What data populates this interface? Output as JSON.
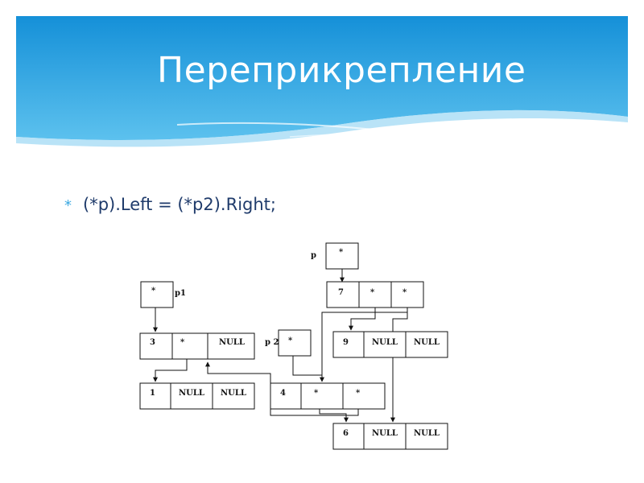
{
  "slide": {
    "title": "Переприкрепление",
    "bullet_mark": "*",
    "bullet_text": "(*p).Left = (*p2).Right;"
  },
  "diagram": {
    "pointers": [
      {
        "name": "p",
        "label": "p",
        "value": "*"
      },
      {
        "name": "p1",
        "label": "p1",
        "value": "*"
      },
      {
        "name": "p2",
        "label": "p 2",
        "value": "*"
      }
    ],
    "nodes": [
      {
        "name": "node-7",
        "cells": [
          "7",
          "*",
          "*"
        ]
      },
      {
        "name": "node-3",
        "cells": [
          "3",
          "*",
          "NULL"
        ]
      },
      {
        "name": "node-9",
        "cells": [
          "9",
          "NULL",
          "NULL"
        ]
      },
      {
        "name": "node-1",
        "cells": [
          "1",
          "NULL",
          "NULL"
        ]
      },
      {
        "name": "node-4",
        "cells": [
          "4",
          "*",
          "*"
        ]
      },
      {
        "name": "node-6",
        "cells": [
          "6",
          "NULL",
          "NULL"
        ]
      }
    ]
  }
}
